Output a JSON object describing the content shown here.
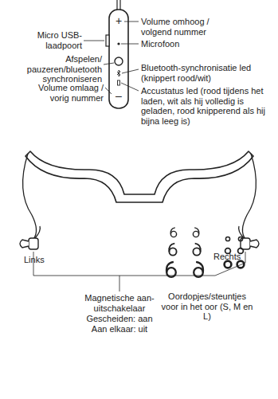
{
  "diagram": {
    "labels": [
      "Micro USB-laadpoort",
      "Afspelen/ pauzeren/bluetooth synchroniseren",
      "Volume omlaag / vorig nummer",
      "+",
      "–",
      "Volume omhoog / volgend nummer",
      "Microfoon",
      "Bluetooth-synchronisatie led (knippert rood/wit)",
      "Accustatus led (rood tijdens het laden, wit als hij volledig is geladen, rood knipperend als hij bijna leeg is)",
      "Links",
      "Rechts",
      "Oordopjes/steuntjes voor in het oor (S, M en L)",
      "Magnetische aan-uitschakelaar",
      "Gescheiden: aan",
      "Aan elkaar: uit"
    ]
  }
}
